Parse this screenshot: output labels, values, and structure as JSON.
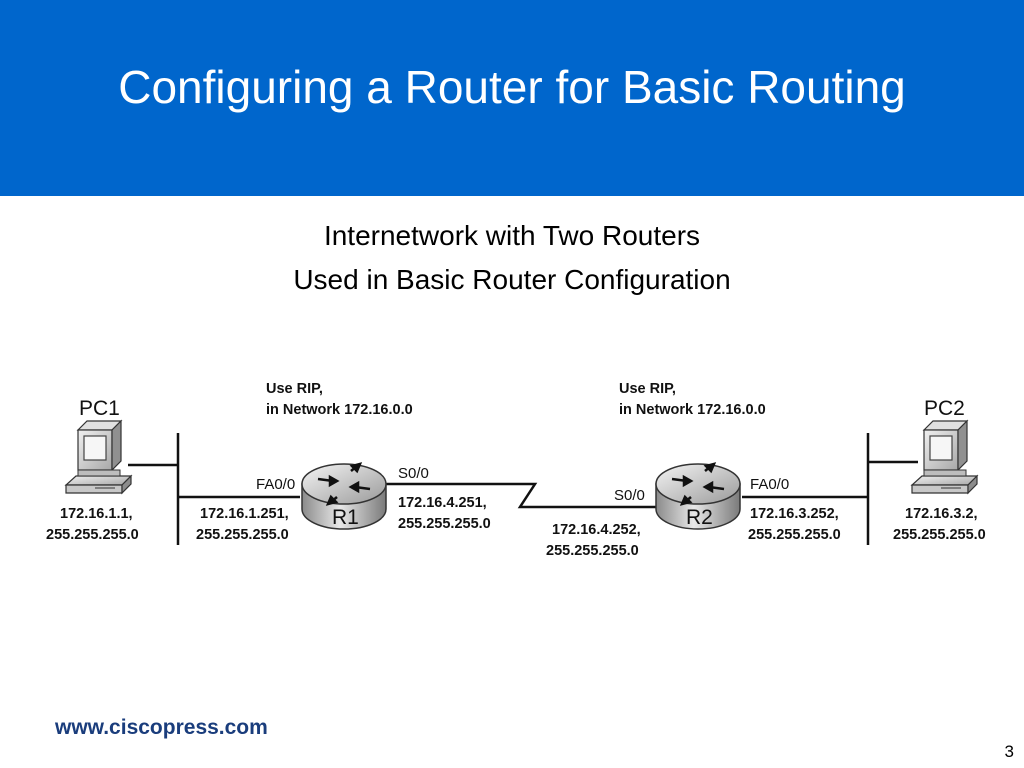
{
  "slide": {
    "title": "Configuring a Router for Basic Routing",
    "subtitle_line1": "Internetwork with Two Routers",
    "subtitle_line2": "Used in Basic Router Configuration",
    "footer_url": "www.ciscopress.com",
    "page_number": "3"
  },
  "colors": {
    "header_bg": "#0066cc",
    "header_text": "#ffffff",
    "footer_text": "#1a3d7c"
  },
  "diagram": {
    "pc1": {
      "label": "PC1",
      "ip": "172.16.1.1,",
      "mask": "255.255.255.0",
      "icon": "computer-icon"
    },
    "pc2": {
      "label": "PC2",
      "ip": "172.16.3.2,",
      "mask": "255.255.255.0",
      "icon": "computer-icon"
    },
    "r1": {
      "label": "R1",
      "icon": "router-icon",
      "rip_line1": "Use RIP,",
      "rip_line2": "in Network 172.16.0.0",
      "fa_label": "FA0/0",
      "fa_ip": "172.16.1.251,",
      "fa_mask": "255.255.255.0",
      "s_label": "S0/0",
      "s_ip": "172.16.4.251,",
      "s_mask": "255.255.255.0"
    },
    "r2": {
      "label": "R2",
      "icon": "router-icon",
      "rip_line1": "Use RIP,",
      "rip_line2": "in Network 172.16.0.0",
      "fa_label": "FA0/0",
      "fa_ip": "172.16.3.252,",
      "fa_mask": "255.255.255.0",
      "s_label": "S0/0",
      "s_ip": "172.16.4.252,",
      "s_mask": "255.255.255.0"
    }
  }
}
